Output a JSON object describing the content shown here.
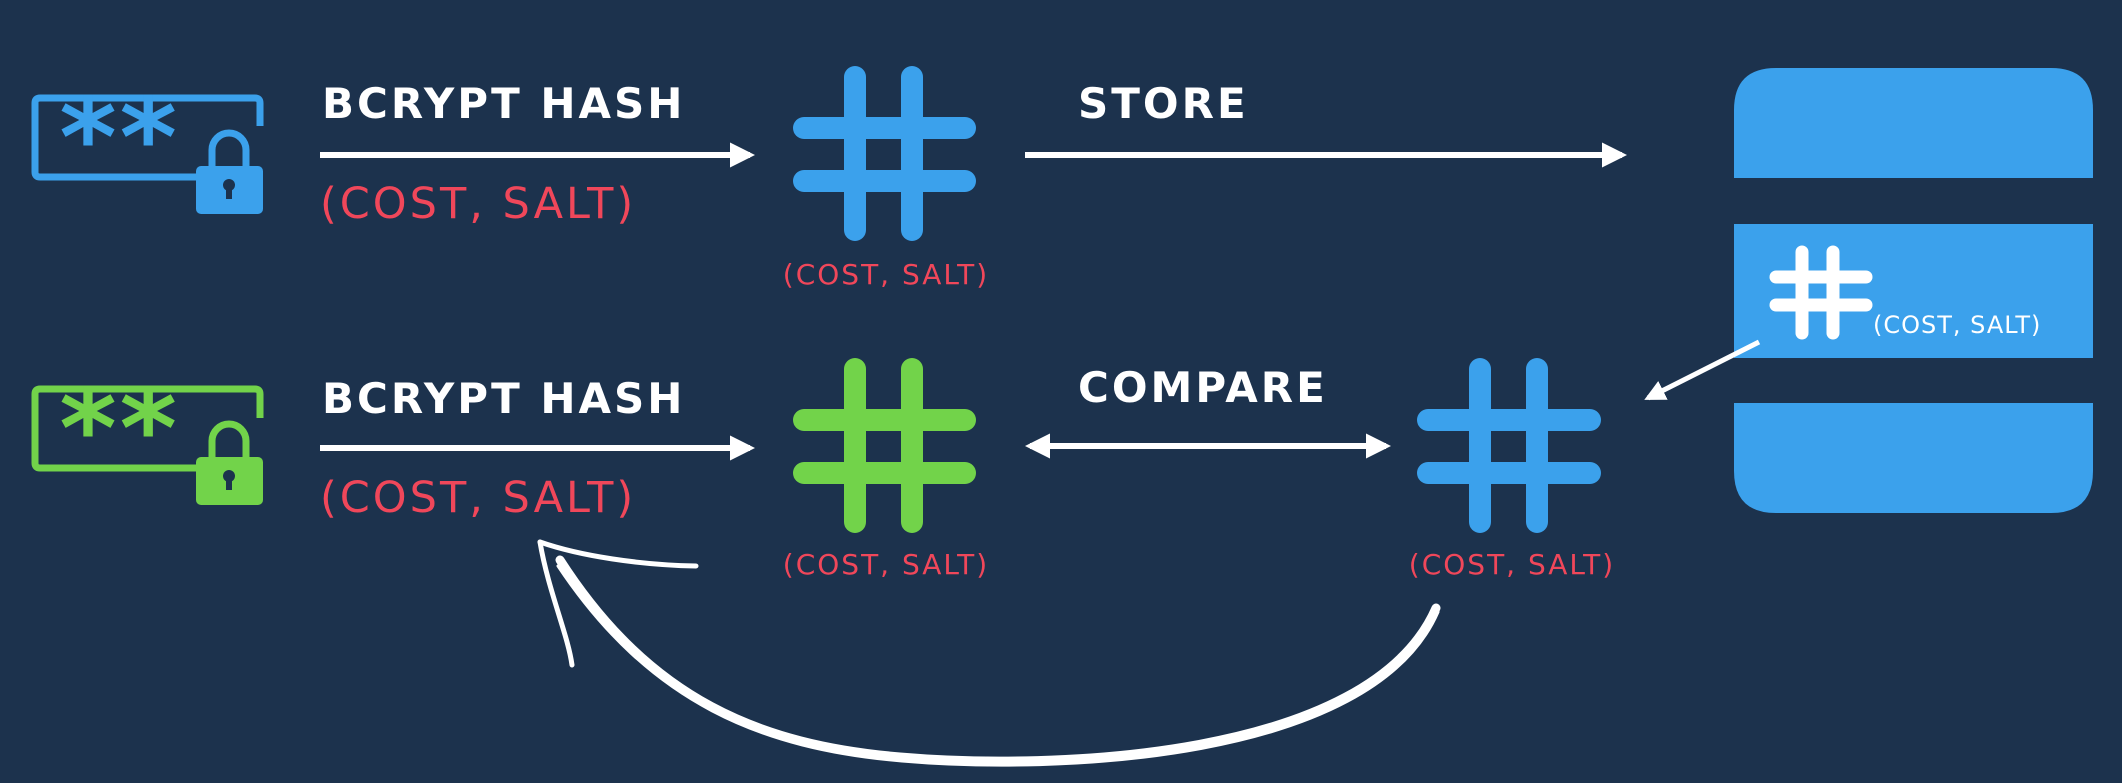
{
  "colors": {
    "background": "#1c324d",
    "blue": "#3ba1ec",
    "green": "#72d34a",
    "red": "#f0475a",
    "white": "#ffffff"
  },
  "icons": {
    "password_blue": "password-lock-icon",
    "password_green": "password-lock-icon",
    "hash": "hash-icon",
    "database": "database-icon"
  },
  "top_row": {
    "password_mask": "**",
    "step_label": "BCRYPT HASH",
    "step_params": "(COST, SALT)",
    "hash_params": "(COST, SALT)",
    "store_label": "STORE"
  },
  "database": {
    "stored_hash_params": "(COST, SALT)"
  },
  "bottom_row": {
    "password_mask": "**",
    "step_label": "BCRYPT HASH",
    "step_params": "(COST, SALT)",
    "hash_params": "(COST, SALT)",
    "compare_label": "COMPARE",
    "retrieved_hash_params": "(COST, SALT)"
  }
}
